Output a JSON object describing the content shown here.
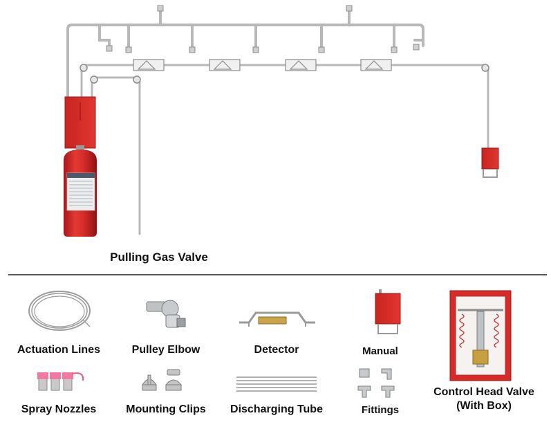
{
  "diagram": {
    "main_title": "Pulling Gas Valve",
    "components": [
      {
        "key": "actuation_lines",
        "label": "Actuation Lines"
      },
      {
        "key": "pulley_elbow",
        "label": "Pulley Elbow"
      },
      {
        "key": "detector",
        "label": "Detector"
      },
      {
        "key": "manual",
        "label": "Manual"
      },
      {
        "key": "spray_nozzles",
        "label": "Spray Nozzles"
      },
      {
        "key": "mounting_clips",
        "label": "Mounting Clips"
      },
      {
        "key": "discharging_tube",
        "label": "Discharging Tube"
      },
      {
        "key": "fittings",
        "label": "Fittings"
      }
    ],
    "control_head": {
      "line1": "Control Head Valve",
      "line2": "(With Box)"
    },
    "colors": {
      "red": "#d42a28",
      "pipe": "#b8b8b8",
      "pipe_dark": "#8c8c8c",
      "divider": "#555555"
    }
  }
}
